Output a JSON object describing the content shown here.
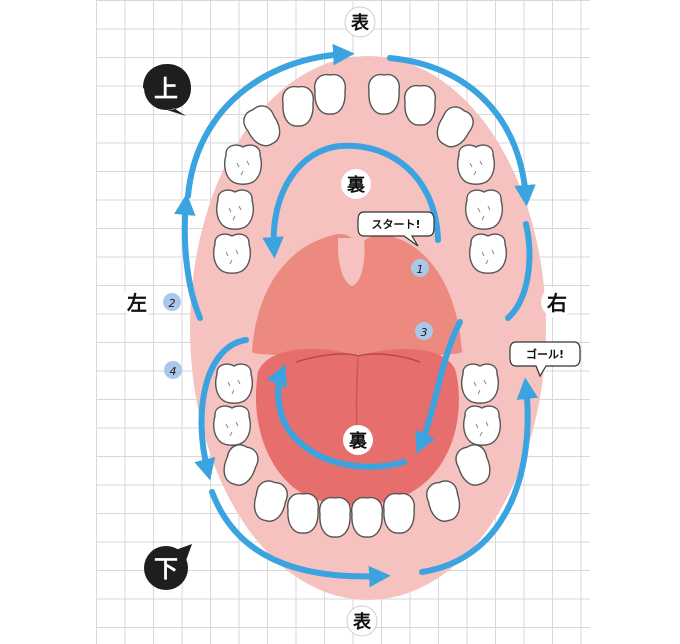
{
  "labels": {
    "top_outer": "表",
    "bottom_outer": "表",
    "upper_inner": "裏",
    "lower_inner": "裏",
    "upper_jaw": "上",
    "lower_jaw": "下",
    "left": "左",
    "right": "右"
  },
  "callouts": {
    "start": "スタート!",
    "goal": "ゴール!"
  },
  "steps": [
    "1",
    "2",
    "3",
    "4"
  ],
  "colors": {
    "arrow": "#3aa3e0",
    "gum": "#f6c2bf",
    "palate": "#ec8a80",
    "tongue": "#e66e6d",
    "step_badge": "#a9c8ea",
    "dark_badge": "#1e1e1e",
    "tooth_outline": "#555555"
  }
}
